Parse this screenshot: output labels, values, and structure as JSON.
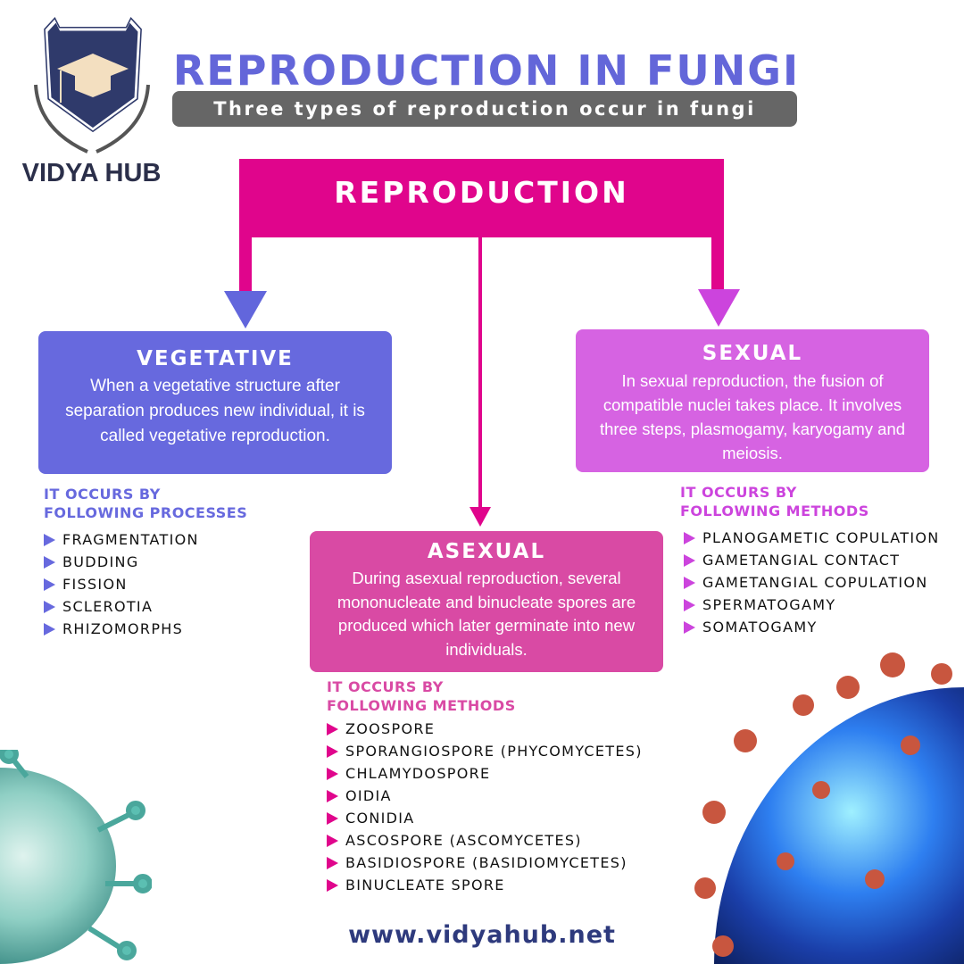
{
  "logo": {
    "name": "VIDYA HUB"
  },
  "header": {
    "title": "REPRODUCTION IN FUNGI",
    "subtitle": "Three types of reproduction occur in fungi"
  },
  "root": {
    "label": "REPRODUCTION"
  },
  "vegetative": {
    "title": "VEGETATIVE",
    "text": "When a vegetative structure after separation produces new individual, it is called vegetative reproduction.",
    "list_heading_1": "IT OCCURS BY",
    "list_heading_2": "FOLLOWING PROCESSES",
    "items": [
      "FRAGMENTATION",
      "BUDDING",
      "FISSION",
      "SCLEROTIA",
      "RHIZOMORPHS"
    ]
  },
  "sexual": {
    "title": "SEXUAL",
    "text": "In sexual reproduction, the fusion of compatible nuclei takes place. It involves three steps, plasmogamy, karyogamy and meiosis.",
    "list_heading_1": "IT OCCURS BY",
    "list_heading_2": "FOLLOWING METHODS",
    "items": [
      "PLANOGAMETIC COPULATION",
      "GAMETANGIAL CONTACT",
      "GAMETANGIAL COPULATION",
      "SPERMATOGAMY",
      "SOMATOGAMY"
    ]
  },
  "asexual": {
    "title": "ASEXUAL",
    "text": "During asexual reproduction, several mononucleate and binucleate spores are produced which later germinate into new individuals.",
    "list_heading_1": "IT OCCURS BY",
    "list_heading_2": "FOLLOWING METHODS",
    "items": [
      "ZOOSPORE",
      "SPORANGIOSPORE (PHYCOMYCETES)",
      "CHLAMYDOSPORE",
      "OIDIA",
      "CONIDIA",
      "ASCOSPORE (ASCOMYCETES)",
      "BASIDIOSPORE (BASIDIOMYCETES)",
      "BINUCLEATE SPORE"
    ]
  },
  "footer": {
    "url": "www.vidyahub.net"
  },
  "colors": {
    "title": "#6366d9",
    "root": "#e0058c",
    "vegetative": "#6769de",
    "sexual": "#d663e2",
    "asexual": "#d94aa4"
  }
}
